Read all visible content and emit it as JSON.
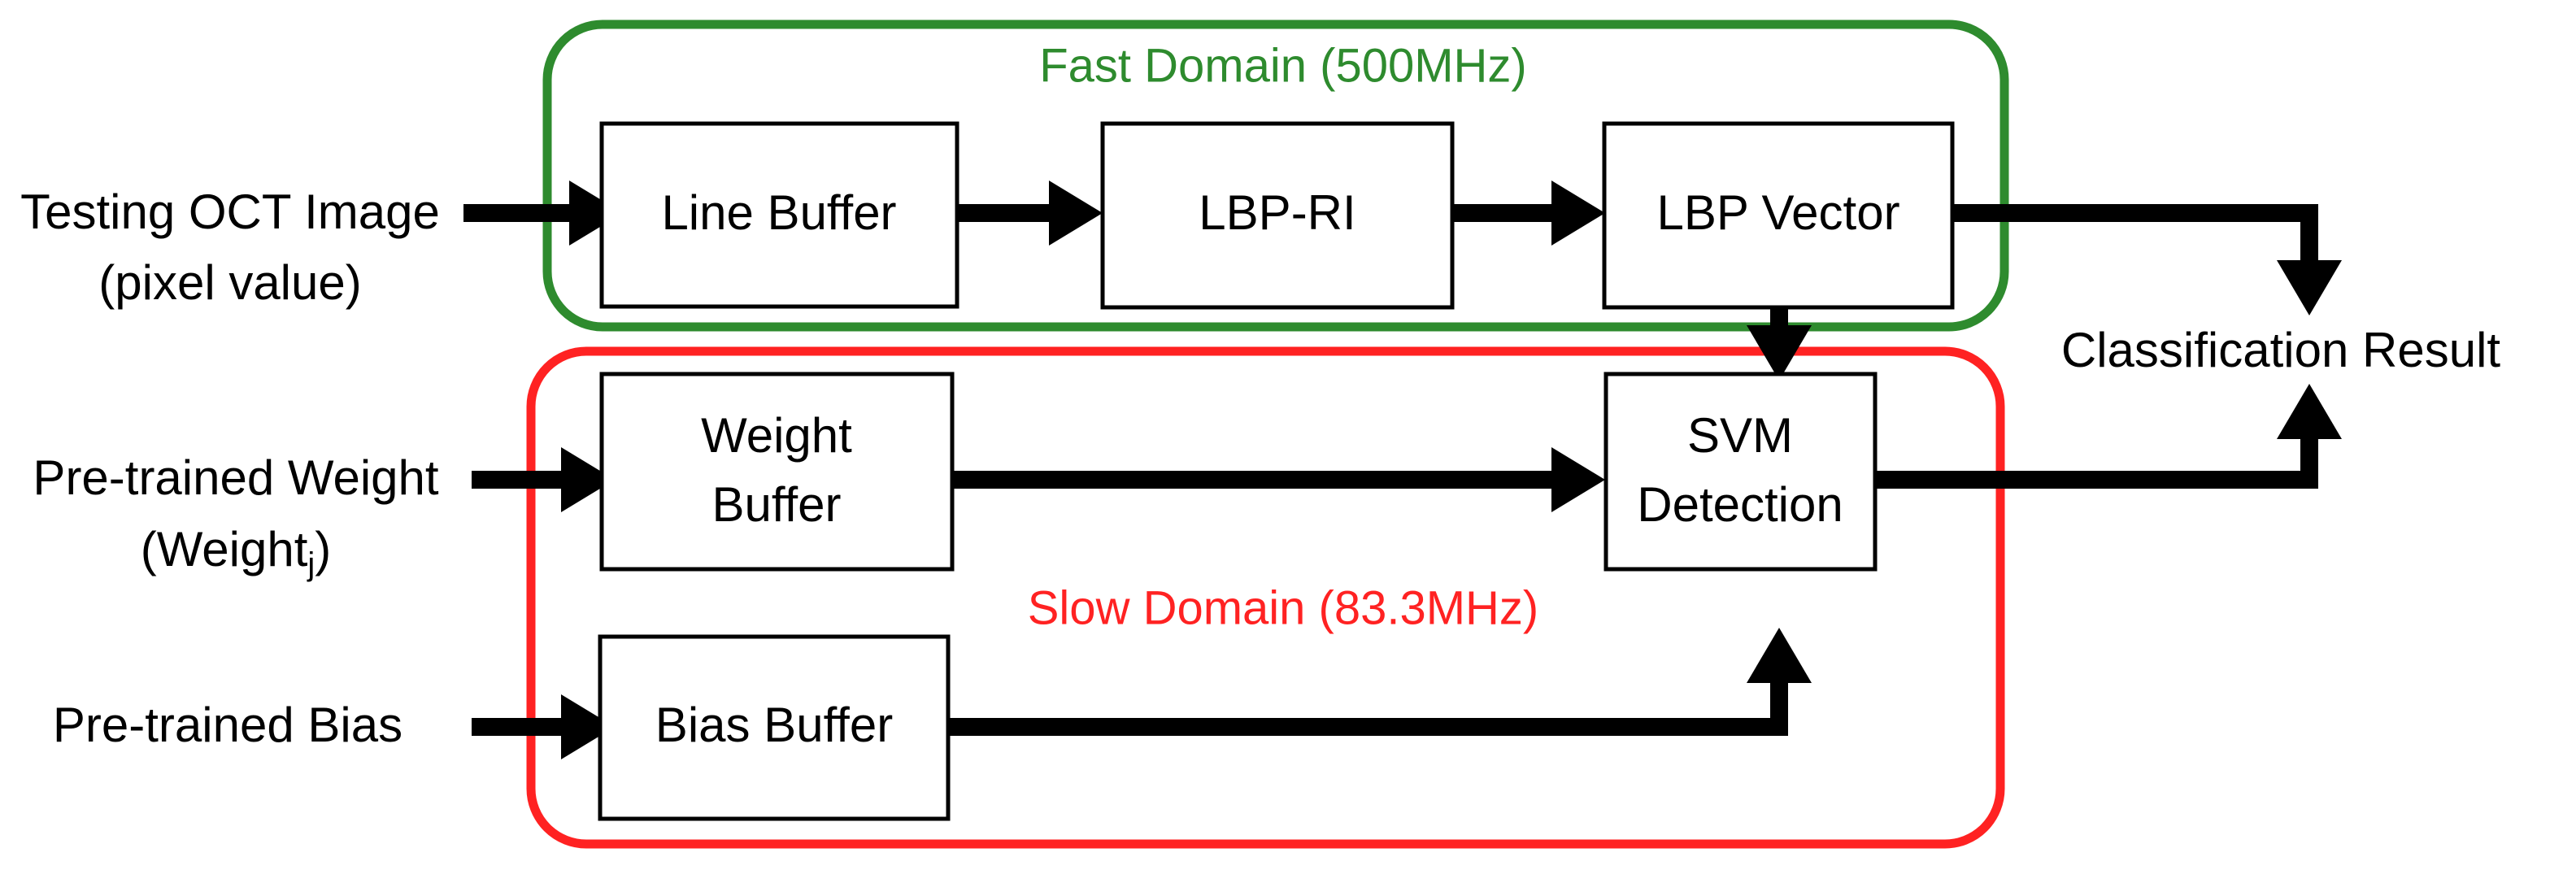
{
  "diagram": {
    "title": "OCT LBP-SVM Hardware Pipeline Block Diagram",
    "colors": {
      "fast_domain": "#2E8B2E",
      "slow_domain": "#FF2222",
      "block_stroke": "#000000",
      "arrow": "#000000",
      "background": "#FFFFFF"
    },
    "domains": [
      {
        "id": "fast-domain",
        "label": "Fast Domain (500MHz)",
        "clock": "500MHz",
        "color": "#2E8B2E"
      },
      {
        "id": "slow-domain",
        "label": "Slow Domain (83.3MHz)",
        "clock": "83.3MHz",
        "color": "#FF2222"
      }
    ],
    "inputs": [
      {
        "id": "input-oct-image",
        "line1": "Testing OCT Image",
        "line2": "(pixel value)",
        "sub": ""
      },
      {
        "id": "input-pretrained-weight",
        "line1": "Pre-trained Weight",
        "line2": "(Weight",
        "sub": "j",
        "line2_end": ")"
      },
      {
        "id": "input-pretrained-bias",
        "line1": "Pre-trained Bias",
        "line2": "",
        "sub": ""
      }
    ],
    "blocks": [
      {
        "id": "line-buffer",
        "line1": "Line Buffer",
        "line2": ""
      },
      {
        "id": "lbp-ri",
        "line1": "LBP-RI",
        "line2": ""
      },
      {
        "id": "lbp-vector",
        "line1": "LBP Vector",
        "line2": ""
      },
      {
        "id": "weight-buffer",
        "line1": "Weight",
        "line2": "Buffer"
      },
      {
        "id": "bias-buffer",
        "line1": "Bias Buffer",
        "line2": ""
      },
      {
        "id": "svm-detection",
        "line1": "SVM",
        "line2": "Detection"
      }
    ],
    "outputs": [
      {
        "id": "output-classification-result",
        "label": "Classification Result"
      }
    ]
  }
}
